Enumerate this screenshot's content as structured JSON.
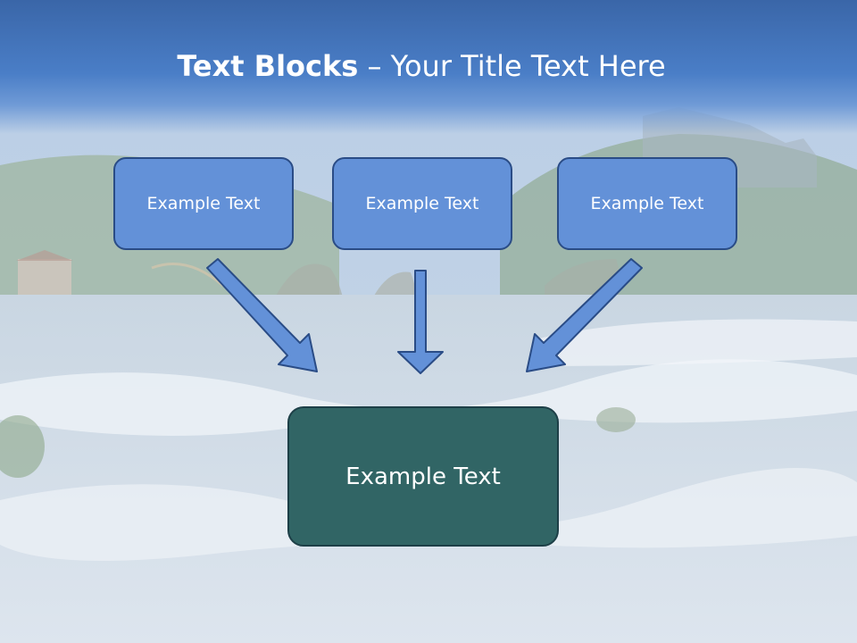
{
  "slide": {
    "title_bold": "Text Blocks",
    "title_dash": " – ",
    "title_rest": "Your Title Text Here",
    "blocks": [
      {
        "label": "Example Text"
      },
      {
        "label": "Example Text"
      },
      {
        "label": "Example Text"
      }
    ],
    "target": {
      "label": "Example Text"
    }
  },
  "colors": {
    "title_band": "#4a7ec7",
    "block_fill": "#6391d8",
    "block_border": "#2a4c86",
    "target_fill": "#316565",
    "target_border": "#1d3f47",
    "arrow_fill": "#6391d8"
  }
}
